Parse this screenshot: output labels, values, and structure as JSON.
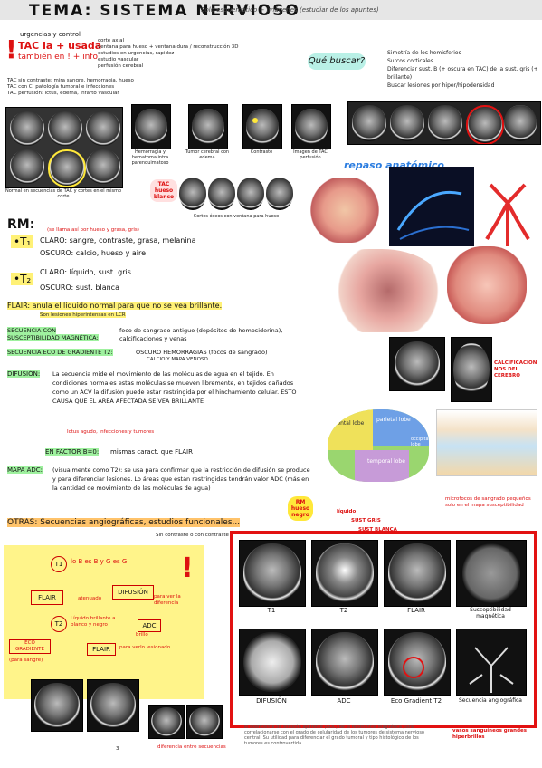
{
  "header": {
    "title": "TEMA: SISTEMA NERVIOSO",
    "subtitle": "Solo esquemático + imágenes (estudiar de los apuntes)"
  },
  "tac": {
    "label": "TAC la + usada",
    "also": "también en ! + info",
    "notes_title": "urgencias y control",
    "left_notes": [
      "corte axial",
      "ventana para hueso + ventana dura / reconstrucción 3D",
      "estudios en urgencias, rapidez",
      "estudio vascular",
      "perfusión cerebral"
    ],
    "bullets": [
      "TAC sin contraste: mira sangre, hemorragia, hueso",
      "TAC con C: patología tumoral e infecciones",
      "TAC perfusión: ictus, edema, infarto vascular"
    ],
    "captions": [
      "Normal en secuencias de TAC y cortes en el mismo corte",
      "Hemorragia y hematoma intra parenquimatoso",
      "Tumor cerebral con edema",
      "Contraste",
      "Imagen de TAC perfusión"
    ],
    "hueso_label": "TAC hueso blanco",
    "bone_caption": "Cortes óseos con ventana para hueso"
  },
  "que_buscar": {
    "label": "Qué buscar?",
    "items": [
      "Simetría de los hemisferios",
      "Surcos corticales",
      "Diferenciar sust. B (+ oscura en TAC) de la sust. gris (+ brillante)",
      "Buscar lesiones por hiper/hipodensidad"
    ]
  },
  "repaso": {
    "label": "repaso anatómico"
  },
  "rm": {
    "label": "RM:",
    "t1_note": "(se llama así por hueso y grasa, gris)",
    "t1_claro": "CLARO: sangre, contraste, grasa, melanina",
    "t1_oscuro": "OSCURO: calcio, hueso y aire",
    "t2_claro": "CLARO: líquido, sust. gris",
    "t2_oscuro": "OSCURO: sust. blanca",
    "flair": "FLAIR: anula el líquido normal para que no se vea brillante.",
    "flair_note": "Son lesiones hiperintensas en LCR",
    "susc": "SECUENCIA CON SUSCEPTIBILIDAD MAGNÉTICA:",
    "susc_text": "foco de sangrado antiguo (depósitos de hemosiderina), calcificaciones y venas",
    "eco": "SECUENCIA ECO DE GRADIENTE T2:",
    "eco_text": "OSCURO HEMORRAGIAS (focos de sangrado)",
    "eco_sub": "CALCIO Y MAPA VENOSO",
    "difusion": "DIFUSIÓN:",
    "difusion_text": "La secuencia mide el movimiento de las moléculas de agua en el tejido. En condiciones normales estas moléculas se mueven libremente, en tejidos dañados como un ACV la difusión puede estar restringida por el hinchamiento celular. ESTO CAUSA QUE EL ÁREA AFECTADA SE VEA BRILLANTE",
    "difusion_note": "Ictus agudo, infecciones y tumores",
    "factor": "EN FACTOR B=0:",
    "factor_text": "mismas caract. que FLAIR",
    "adc": "MAPA ADC:",
    "adc_text": "(visualmente como T2): se usa para confirmar que la restricción de difusión se produce y para diferenciar lesiones. Lo áreas que están restringidas tendrán valor ADC (más en la cantidad de movimiento de las moléculas de agua)",
    "otras": "OTRAS: Secuencias angiográficas, estudios funcionales...",
    "otras_note": "Sin contraste o con contraste"
  },
  "anatomy": {
    "labels": [
      "parietal lobe",
      "occipital lobe",
      "temporal lobe",
      "frontal lobe"
    ],
    "calcif": "CALCIFICACIÓN NOS DEL CEREBRO"
  },
  "flow": {
    "nodes": [
      "T1",
      "T2",
      "FLAIR",
      "DIFUSIÓN",
      "ADC",
      "ECO GRADIENTE",
      "FLAIR"
    ],
    "t1_text": "lo B es B y G es G",
    "t2_text": "Líquido brillante a blanco y negro",
    "atenuado": "atenuado",
    "flair_diff": "para ver la diferencia",
    "adc_note": "brillo",
    "eco_note": "(para sangre)",
    "flair_note2": "para verlo lesionado",
    "caption": "diferencia entre secuencias"
  },
  "mri_panel": {
    "rm_label": "RM hueso negro",
    "annot_top": [
      "líquido",
      "SUST GRIS",
      "SUST BLANCA"
    ],
    "annot_right": "microfocos de sangrado pequeños solo en el mapa susceptibilidad",
    "row1": [
      "T1",
      "T2",
      "FLAIR",
      "Susceptibilidad magnética"
    ],
    "row2": [
      "DIFUSIÓN",
      "ADC",
      "Eco Gradient T2",
      "Secuencia angiográfica"
    ],
    "footnote": "El coeficiente de difusión aparente (ADC) de la resonancia magnética para correlacionarse con el grado de celularidad de los tumores de sistema nervioso central. Su utilidad para diferenciar el grado tumoral y tipo histológico de los tumores es controvertida",
    "vasos": "vasos sanguíneos grandes hiperbrillos"
  },
  "page_number": "3"
}
